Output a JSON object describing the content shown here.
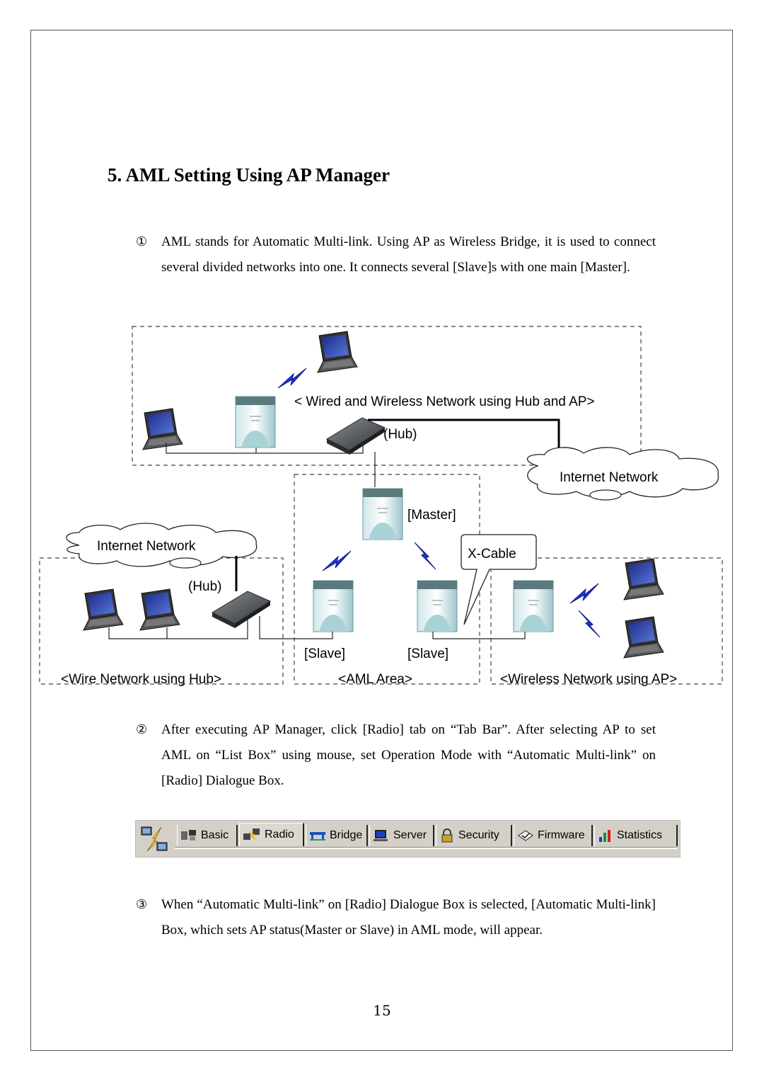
{
  "heading": "5. AML Setting Using AP Manager",
  "paragraphs": [
    {
      "num": "①",
      "text": "AML stands for Automatic Multi-link. Using AP as Wireless Bridge, it is used to connect several divided networks into one. It connects several [Slave]s with one main [Master]."
    },
    {
      "num": "②",
      "text": "After executing AP Manager, click [Radio] tab on “Tab Bar”. After selecting AP to set AML on “List Box” using mouse, set Operation Mode with “Automatic Multi-link” on [Radio] Dialogue Box."
    },
    {
      "num": "③",
      "text": "When “Automatic Multi-link” on [Radio] Dialogue Box is selected, [Automatic Multi-link] Box, which sets AP status(Master or Slave) in AML mode, will appear."
    }
  ],
  "diagram": {
    "top_title": "< Wired and Wireless Network using Hub and AP>",
    "hub_top": "(Hub)",
    "internet_right": "Internet Network",
    "internet_left": "Internet Network",
    "master": "[Master]",
    "xcable": "X-Cable",
    "hub_left": "(Hub)",
    "slave_1": "[Slave]",
    "slave_2": "[Slave]",
    "caption_left": "<Wire Network using Hub>",
    "caption_mid": "<AML Area>",
    "caption_right": "<Wireless Network using AP>"
  },
  "tabbar": {
    "tabs": [
      {
        "label": "Basic",
        "icon": "basic-icon"
      },
      {
        "label": "Radio",
        "icon": "radio-icon",
        "active": true
      },
      {
        "label": "Bridge",
        "icon": "bridge-icon"
      },
      {
        "label": "Server",
        "icon": "server-icon"
      },
      {
        "label": "Security",
        "icon": "security-icon"
      },
      {
        "label": "Firmware",
        "icon": "firmware-icon"
      },
      {
        "label": "Statistics",
        "icon": "statistics-icon"
      }
    ]
  },
  "page_number": "15"
}
